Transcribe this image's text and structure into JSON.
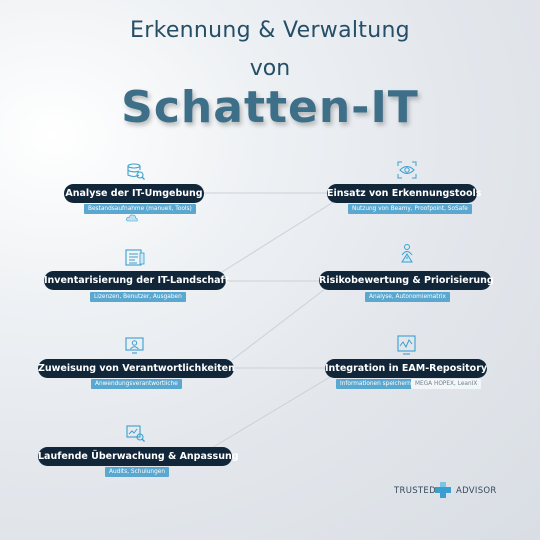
{
  "title": {
    "line1": "Erkennung & Verwaltung",
    "line2": "von",
    "line3": "Schatten-IT"
  },
  "steps_left": [
    {
      "label": "Analyse der IT-Umgebung",
      "tags": [
        "Bestandsaufnahme (manuell, Tools)"
      ],
      "icon": "database-search-icon"
    },
    {
      "label": "Inventarisierung der IT-Landschaft",
      "tags": [
        "Lizenzen, Benutzer, Ausgaben"
      ],
      "icon": "document-list-icon"
    },
    {
      "label": "Zuweisung von Verantwortlichkeiten",
      "tags": [
        "Anwendungsverantwortliche"
      ],
      "icon": "person-screen-icon"
    },
    {
      "label": "Laufende Überwachung & Anpassung",
      "tags": [
        "Audits, Schulungen"
      ],
      "icon": "monitoring-icon"
    }
  ],
  "steps_right": [
    {
      "label": "Einsatz von Erkennungstools",
      "tags": [
        "Nutzung von Beamy, Proofpoint, SoSafe"
      ],
      "icon": "eye-scan-icon"
    },
    {
      "label": "Risikobewertung & Priorisierung",
      "tags": [
        "Analyse, Autonomiematrix"
      ],
      "icon": "risk-alert-icon"
    },
    {
      "label": "Integration in EAM-Repository",
      "tags": [
        "Informationen speichern",
        "MEGA HOPEX, LeanIX"
      ],
      "icon": "repository-chart-icon"
    }
  ],
  "brand": {
    "left": "TRUSTED",
    "right": "ADVISOR"
  },
  "colors": {
    "accent": "#3a9fd0",
    "pill": "#12263a",
    "tag": "#5aa7cf",
    "title": "#254e67"
  }
}
